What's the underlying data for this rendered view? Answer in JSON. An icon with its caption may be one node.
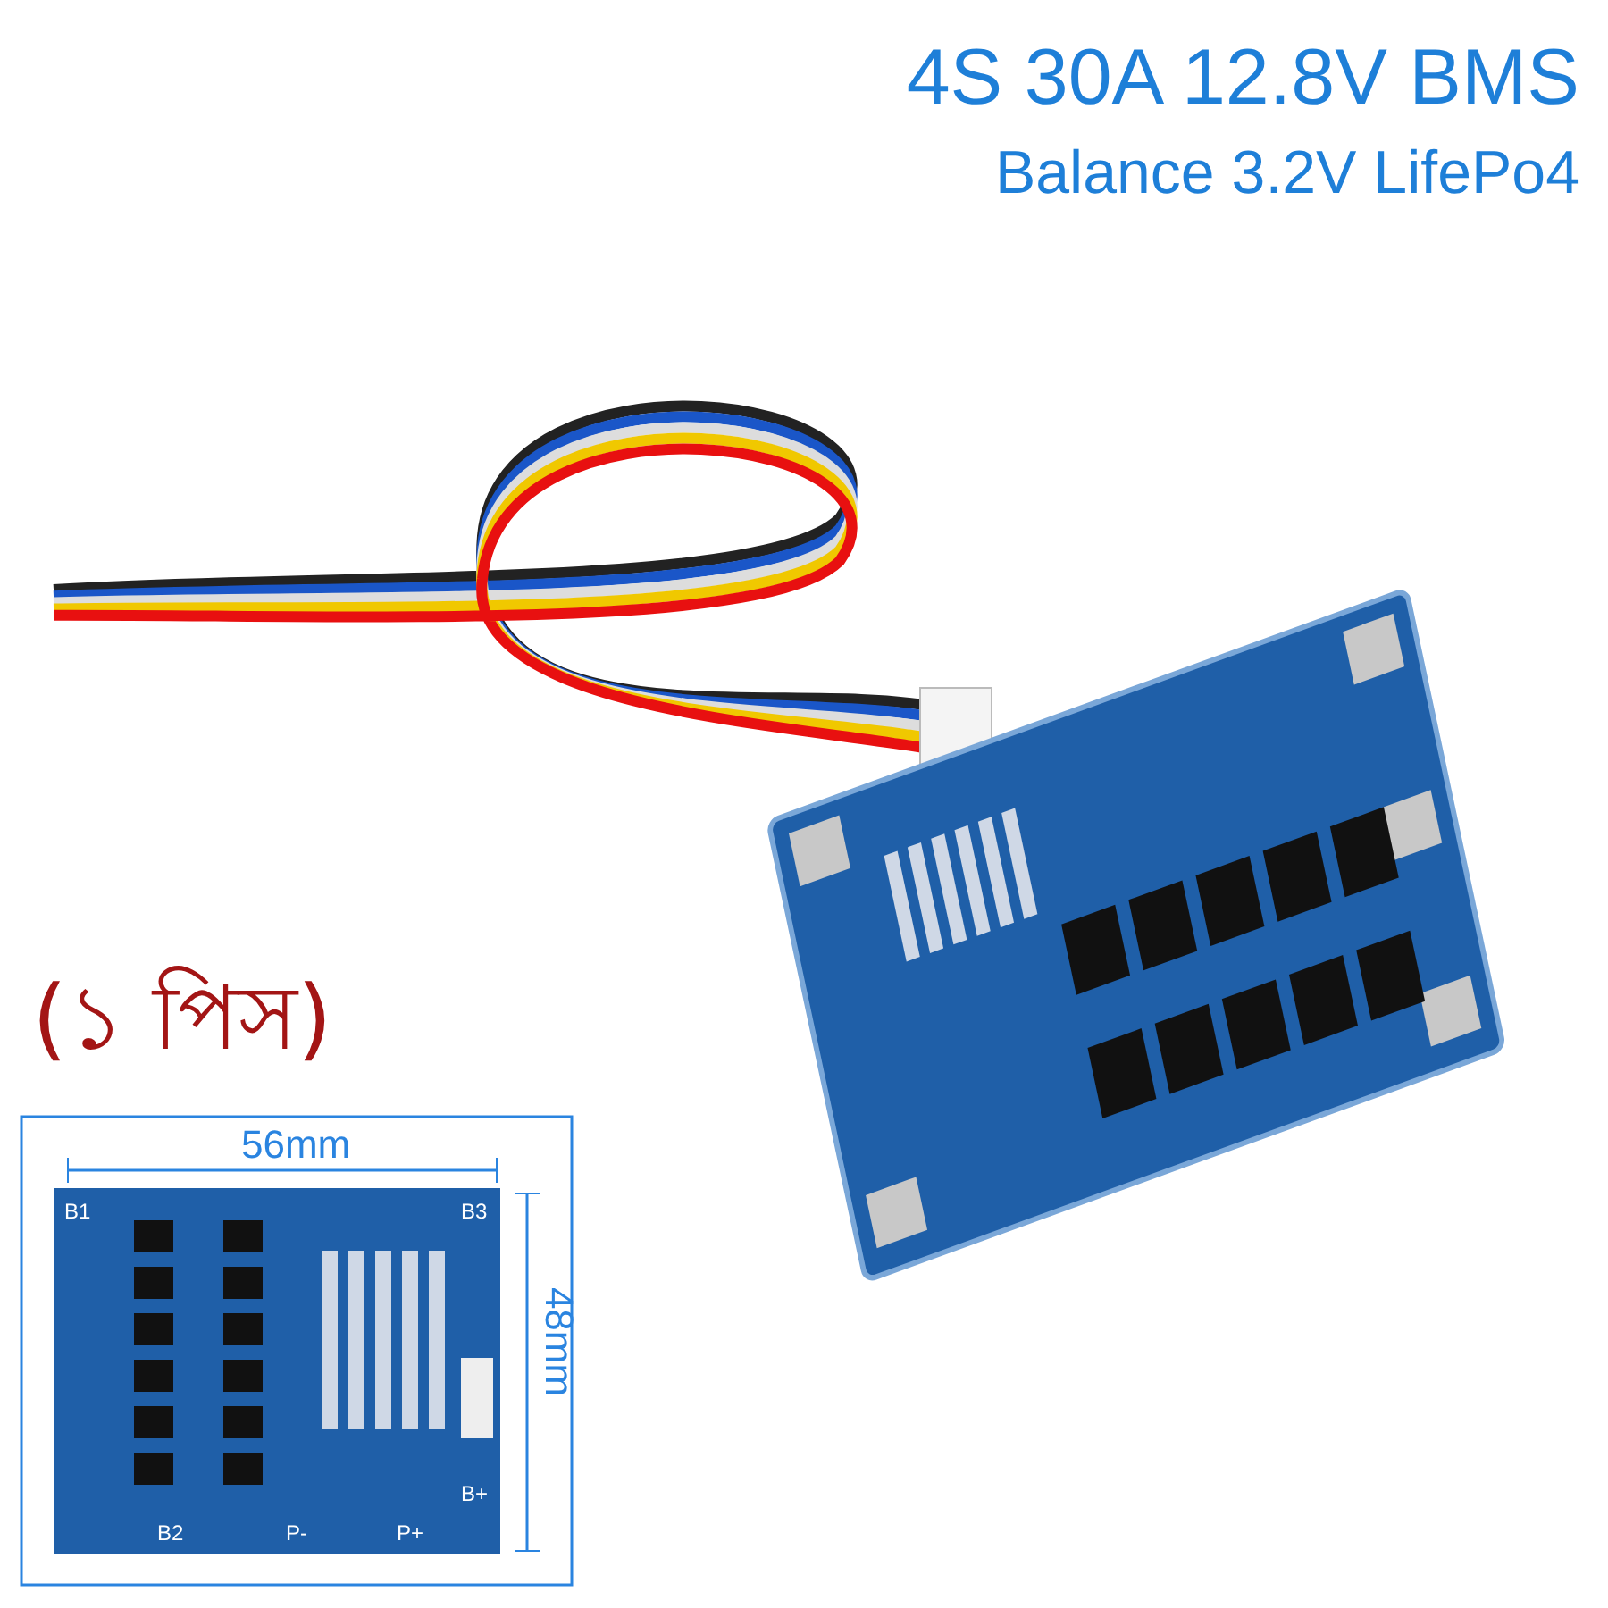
{
  "diagram": {
    "title": "4S 30A 12.8V BMS",
    "labels": [
      "Balance 3.2V LifePo4",
      "(১ পিস)",
      "56mm",
      "48mm",
      "B1",
      "B3",
      "B2",
      "P-",
      "P+",
      "B+"
    ]
  }
}
